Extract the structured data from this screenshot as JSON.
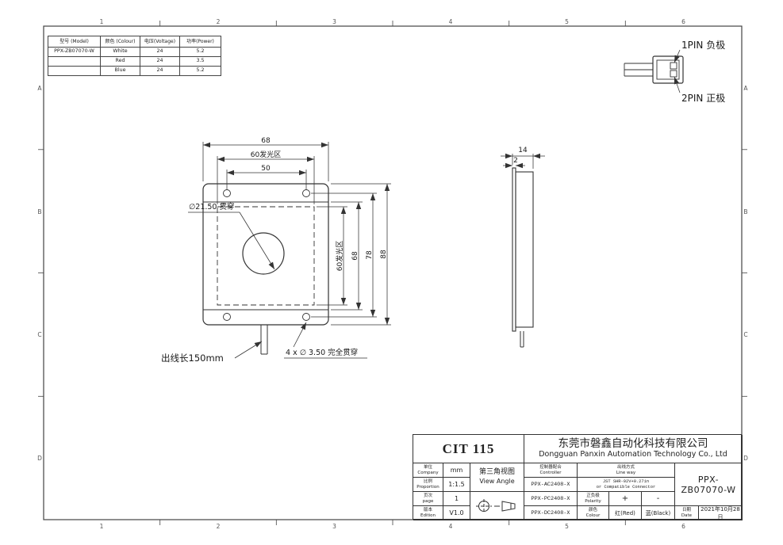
{
  "frame": {
    "numbers": [
      "1",
      "2",
      "3",
      "4",
      "5",
      "6"
    ],
    "letters": [
      "A",
      "B",
      "C",
      "D"
    ]
  },
  "spec_table": {
    "headers": [
      "型号 (Model)",
      "颜色 (Colour)",
      "电压(Voltage)",
      "功率(Power)"
    ],
    "rows": [
      [
        "PPX-ZB07070-W",
        "White",
        "24",
        "5.2"
      ],
      [
        "",
        "Red",
        "24",
        "3.5"
      ],
      [
        "",
        "Blue",
        "24",
        "5.2"
      ]
    ]
  },
  "connector": {
    "pin1": "1PIN 负极",
    "pin2": "2PIN 正极"
  },
  "front_view": {
    "dim_w_outer": "68",
    "dim_w_glow": "60发光区",
    "dim_w_holes": "50",
    "dim_h_glow": "60发光区",
    "dim_h_face": "68",
    "dim_h_holes": "78",
    "dim_h_outer": "88",
    "hole_label": "∅21.50 贯穿",
    "cable_label": "出线长150mm",
    "mount_label": "4 x ∅ 3.50 完全贯穿"
  },
  "side_view": {
    "dim_depth": "14",
    "dim_lip": "2"
  },
  "title_block": {
    "code": "CIT 115",
    "company_cn": "东莞市磐鑫自动化科技有限公司",
    "company_en": "Dongguan Panxin Automation Technology Co., Ltd",
    "unit_cn": "单位",
    "unit_en": "Company",
    "unit_val": "mm",
    "scale_cn": "比例",
    "scale_en": "Proportion",
    "scale_val": "1:1.5",
    "page_cn": "页次",
    "page_en": "page",
    "page_val": "1",
    "edition_cn": "版本",
    "edition_en": "Edition",
    "edition_val": "V1.0",
    "angle_cn": "第三角视图",
    "angle_en": "View Angle",
    "controller_cn": "控制器配合",
    "controller_en": "Controller",
    "controllers": [
      "PPX-AC2408-X",
      "PPX-PC2408-X",
      "PPX-DC2408-X"
    ],
    "lineway_cn": "出线方式",
    "lineway_en": "Line way",
    "lineway_val1": "JST SHR-02V+0.27in",
    "lineway_val2": "or Compatible Connector",
    "polarity_cn": "正负极",
    "polarity_en": "Polarity",
    "polarity_pos": "+",
    "polarity_neg": "-",
    "colour_cn": "颜色",
    "colour_en": "Colour",
    "colour_pos": "红(Red)",
    "colour_neg": "蓝(Black)",
    "part_number": "PPX-ZB07070-W",
    "date_cn": "日期",
    "date_en": "Date",
    "date_val": "2021年10月28日"
  }
}
